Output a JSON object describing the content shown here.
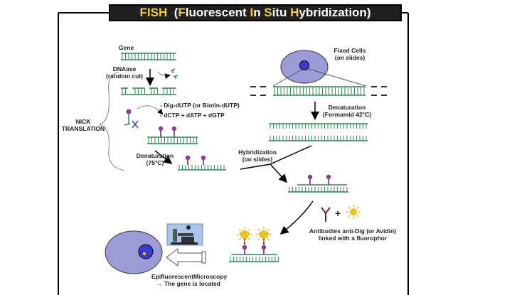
{
  "title": {
    "parts": [
      {
        "text": "FISH",
        "color": "#f2cf2a"
      },
      {
        "text": "  (",
        "color": "#ffffff"
      },
      {
        "text": "F",
        "color": "#f2cf2a"
      },
      {
        "text": "luorescent ",
        "color": "#ffffff"
      },
      {
        "text": "I",
        "color": "#f2cf2a"
      },
      {
        "text": "n ",
        "color": "#ffffff"
      },
      {
        "text": "S",
        "color": "#f2cf2a"
      },
      {
        "text": "itu ",
        "color": "#ffffff"
      },
      {
        "text": "H",
        "color": "#f2cf2a"
      },
      {
        "text": "ybridization)",
        "color": "#ffffff"
      }
    ]
  },
  "labels": {
    "gene": "Gene",
    "dnaase": "DNAase",
    "random_cut": "(random cut)",
    "nick_translation_1": "NICK",
    "nick_translation_2": "TRANSLATION",
    "dig_dutp": "- Dig-dUTP (or Biotin-dUTP)",
    "dctp": "- dCTP + dATP + dGTP",
    "denaturation_75_1": "Denaturation",
    "denaturation_75_2": "(75°C)",
    "fixed_cells_1": "Fixed Cells",
    "fixed_cells_2": "(on slides)",
    "denaturation_formamid_1": "Denaturation",
    "denaturation_formamid_2": "(Formamid 42°C)",
    "hybridization_1": "Hybridization",
    "hybridization_2": "(on slides)",
    "plus": "+",
    "antibodies_1": "Antibodies anti-Dig (or Avidin)",
    "antibodies_2": "linked with a fluorophor",
    "microscopy_1": "EpifluorescentMicroscopy",
    "microscopy_2": "→ The gene is located"
  },
  "colors": {
    "dna": "#2f8a5a",
    "probe_stem": "#7a1f7a",
    "probe_head": "#8a3a9a",
    "antibody": "#7a1f2a",
    "fluorophore": "#f0c020",
    "cell_fill": "#9b9bd8",
    "nucleus_fill": "#3b3bd0",
    "title_yellow": "#f2cf2a"
  }
}
